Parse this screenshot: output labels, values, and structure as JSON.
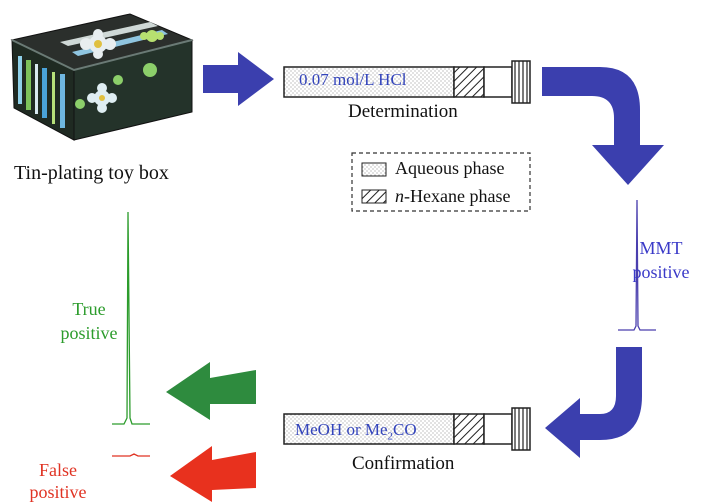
{
  "object_label": "Tin-plating toy box",
  "top_tube": {
    "text": "0.07 mol/L HCl",
    "caption": "Determination"
  },
  "bottom_tube": {
    "text_before_sub": "MeOH or Me",
    "text_sub": "2",
    "text_after_sub": "CO",
    "caption": "Confirmation"
  },
  "legend": {
    "aqueous": "Aqueous phase",
    "hexane_italic": "n",
    "hexane_rest": "-Hexane phase"
  },
  "mmt_label": {
    "line1": "MMT",
    "line2": "positive"
  },
  "true_label": {
    "line1": "True",
    "line2": "positive"
  },
  "false_label": {
    "line1": "False",
    "line2": "positive"
  },
  "colors": {
    "arrow_blue": "#3b3fae",
    "arrow_green": "#2e8b3e",
    "arrow_red": "#e8311e",
    "peak_blue": "#4a3fae",
    "peak_green": "#2c9c2c",
    "peak_red": "#e03323",
    "tube_text": "#3344bb"
  },
  "icons": [
    "toy-box-image",
    "blue-arrow-right",
    "blue-arrow-curve-down",
    "blue-arrow-curve-left",
    "green-arrow-left",
    "red-arrow-left"
  ]
}
